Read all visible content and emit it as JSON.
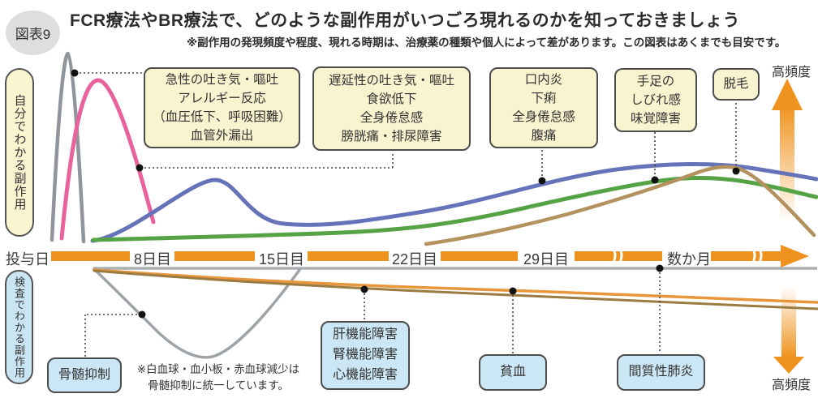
{
  "header": {
    "badge": "図表9",
    "title": "FCR療法やBR療法で、どのような副作用がいつごろ現れるのかを知っておきましょう",
    "note": "※副作用の発現頻度や程度、現れる時期は、治療薬の種類や個人によって差があります。この図表はあくまでも目安です。"
  },
  "side_labels": {
    "self": "自分でわかる副作用",
    "test": "検査でわかる副作用"
  },
  "timeline": {
    "labels": [
      "投与日",
      "8日目",
      "15日目",
      "22日目",
      "29日目",
      "数か月"
    ]
  },
  "frequency_axis": {
    "top": "高頻度",
    "bottom": "高頻度"
  },
  "self_callouts": [
    {
      "lines": [
        "急性の吐き気・嘔吐",
        "アレルギー反応",
        "（血圧低下、呼吸困難）",
        "血管外漏出"
      ]
    },
    {
      "lines": [
        "遅延性の吐き気・嘔吐",
        "食欲低下",
        "全身倦怠感",
        "膀胱痛・排尿障害"
      ]
    },
    {
      "lines": [
        "口内炎",
        "下痢",
        "全身倦怠感",
        "腹痛"
      ]
    },
    {
      "lines": [
        "手足の",
        "しびれ感",
        "味覚障害"
      ]
    },
    {
      "lines": [
        "脱毛"
      ]
    }
  ],
  "test_callouts": [
    {
      "lines": [
        "骨髄抑制"
      ]
    },
    {
      "lines": [
        "肝機能障害",
        "腎機能障害",
        "心機能障害"
      ]
    },
    {
      "lines": [
        "貧血"
      ]
    },
    {
      "lines": [
        "間質性肺炎"
      ]
    }
  ],
  "footnote": {
    "line1": "※白血球・血小板・赤血球減少は",
    "line2": "骨髄抑制に統一しています。"
  },
  "colors": {
    "accent_orange": "#EF9320",
    "cream_box": "#FAF3D0",
    "blue_box": "#CBE6F4",
    "gray_curve": "#8F959B",
    "pink_curve": "#E8639C",
    "blue_curve": "#6673B8",
    "green_curve": "#55A345",
    "brown_curve": "#B3925F",
    "bottom_gray": "#9EA3A7",
    "bottom_orange": "#E8963C",
    "bottom_tan": "#9A7C42"
  },
  "chart_data": {
    "type": "line",
    "x_axis_labels": [
      "投与日",
      "8日目",
      "15日目",
      "22日目",
      "29日目",
      "数か月"
    ],
    "y_axis": "高頻度（矢印方向ほど頻度が高い・目盛りなし）",
    "upper_panel": "自分でわかる副作用",
    "lower_panel": "検査でわかる副作用",
    "series": [
      {
        "name": "急性の吐き気・嘔吐／アレルギー反応（血圧低下、呼吸困難）／血管外漏出",
        "color": "#8F959B",
        "panel": "upper",
        "shape": "投与日に鋭い高ピーク、直後に消失"
      },
      {
        "name": "遅延性の吐き気・嘔吐／食欲低下／全身倦怠感／膀胱痛・排尿障害",
        "color": "#E8639C",
        "panel": "upper",
        "shape": "投与日〜数日に高ピーク、8日目までに低下"
      },
      {
        "name": "口内炎／下痢／全身倦怠感／腹痛",
        "color": "#6673B8",
        "panel": "upper",
        "shape": "8日目前後に小ピーク、いったん低下後、数か月へ向け緩やかに上昇"
      },
      {
        "name": "手足のしびれ感／味覚障害",
        "color": "#55A345",
        "panel": "upper",
        "shape": "徐々に増加し数か月ごろにピーク"
      },
      {
        "name": "脱毛",
        "color": "#B3925F",
        "panel": "upper",
        "shape": "22日目ごろから増加、数か月でピーク後に低下"
      },
      {
        "name": "骨髄抑制",
        "color": "#9EA3A7",
        "panel": "lower",
        "shape": "8日目前後に深い谷（大きく低下）、15日目ごろ回復"
      },
      {
        "name": "肝機能障害・腎機能障害・心機能障害",
        "color": "#9A7C42",
        "panel": "lower",
        "shape": "投与後から緩やかな低下が持続"
      },
      {
        "name": "貧血",
        "color": "#E8963C",
        "panel": "lower",
        "shape": "投与後から緩やかな低下が持続"
      },
      {
        "name": "間質性肺炎",
        "color": "#9EA3A7",
        "panel": "lower",
        "shape": "基線上、数か月ごろに出現の注記"
      }
    ]
  }
}
